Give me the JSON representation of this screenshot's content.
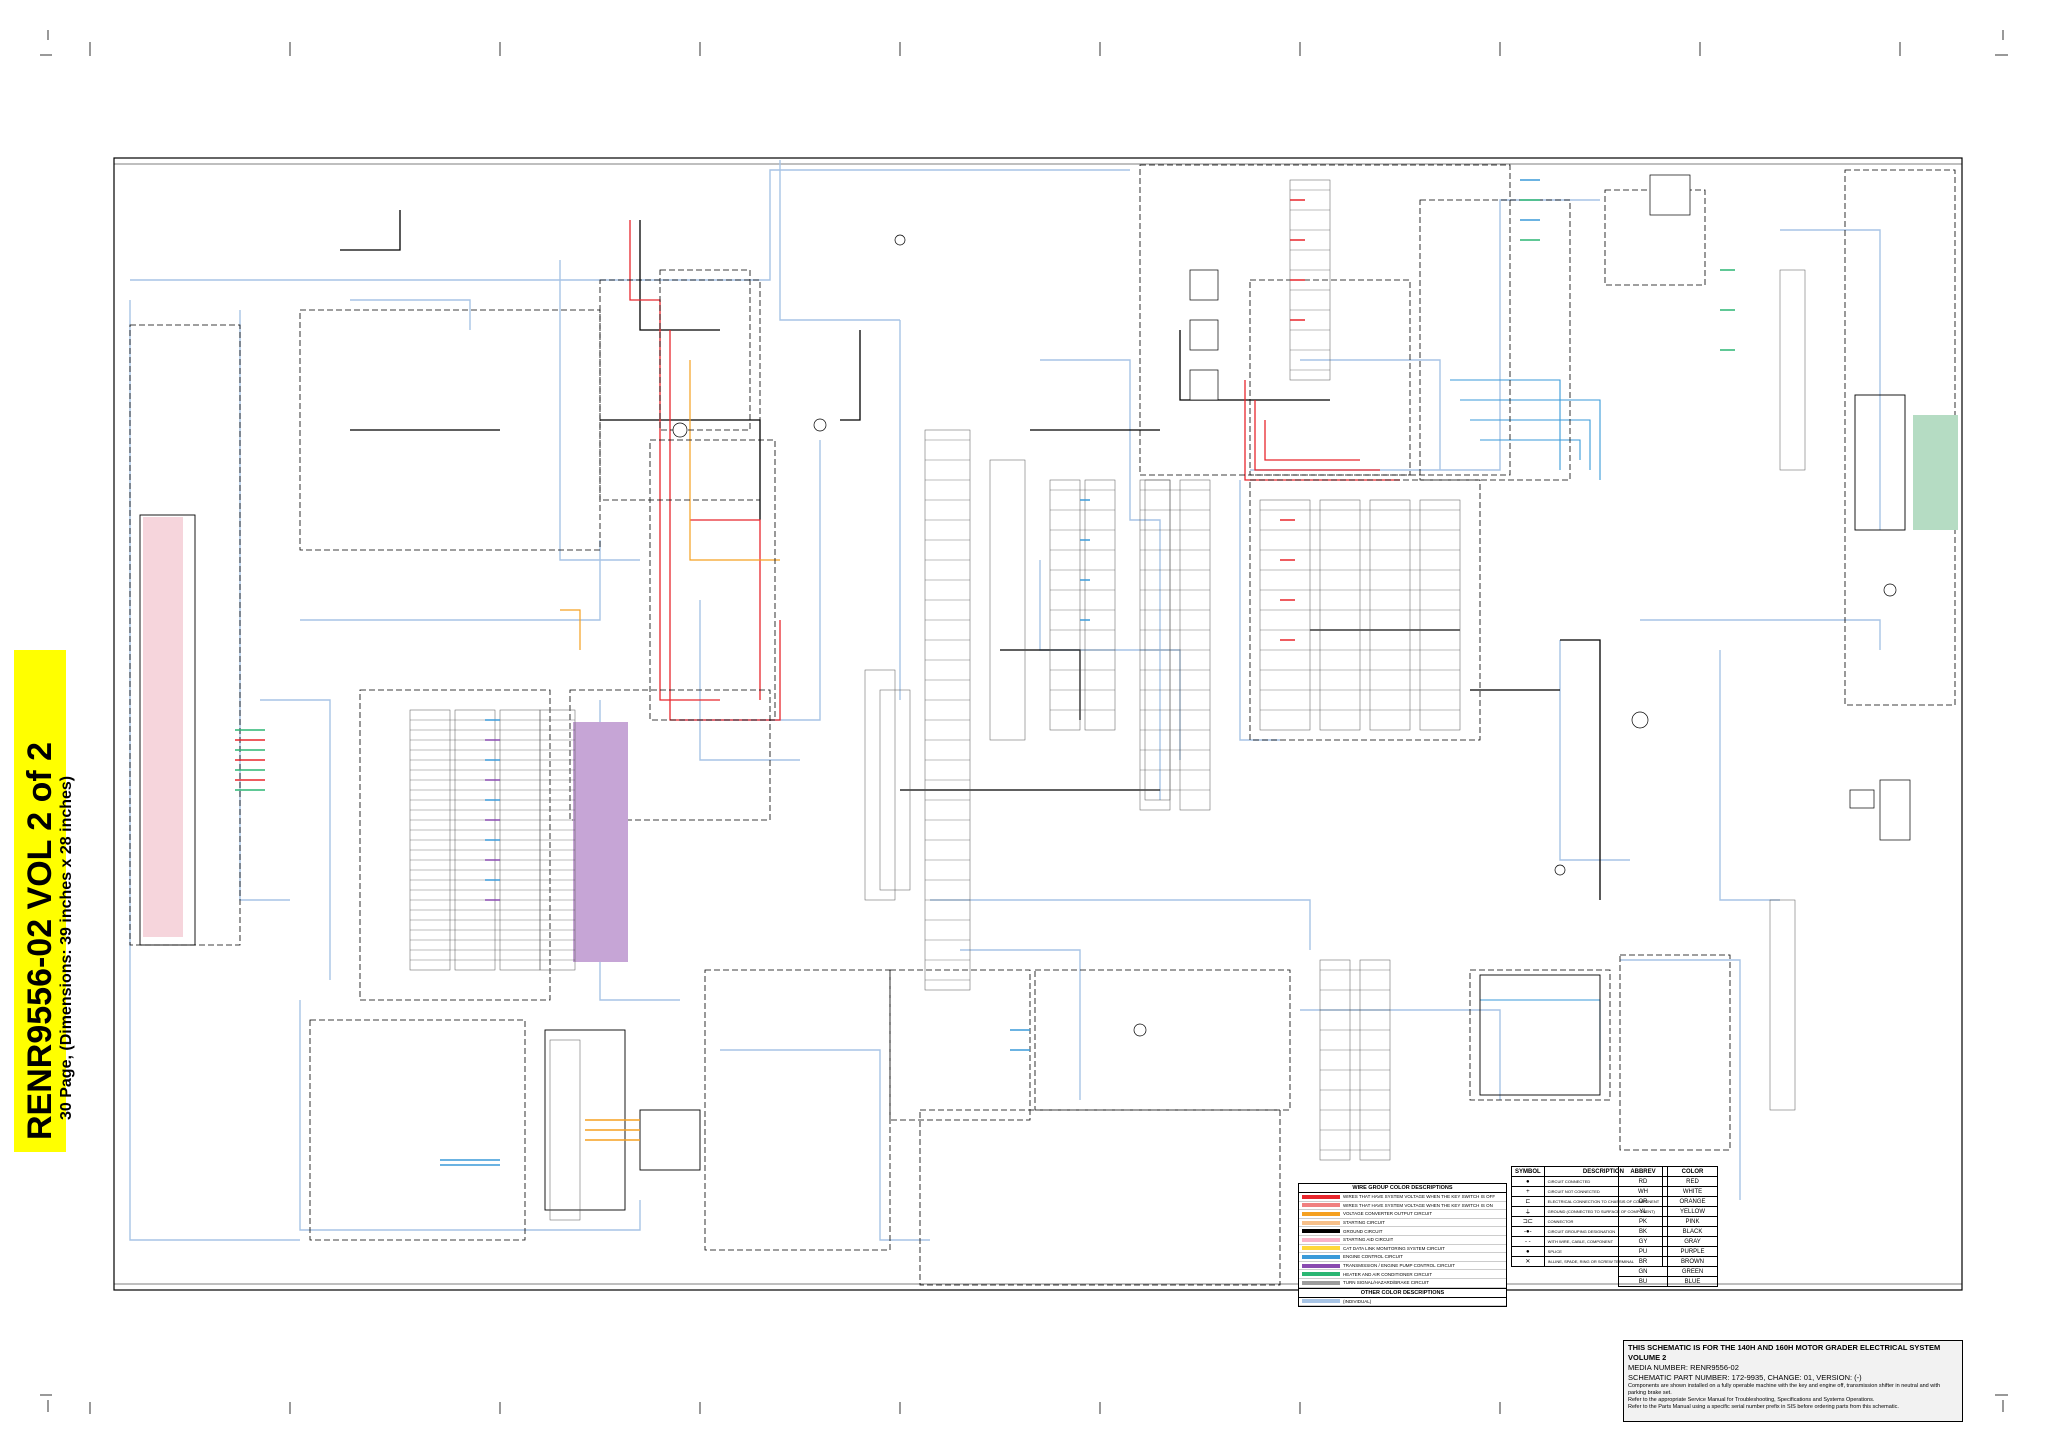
{
  "sheet": {
    "title": "RENR9556-02 VOL 2 of 2",
    "subtitle": "30 Page, (Dimensions: 39 inches x 28 inches)"
  },
  "title_block": {
    "line1": "THIS SCHEMATIC IS FOR THE 140H AND 160H MOTOR GRADER ELECTRICAL SYSTEM",
    "line2": "VOLUME 2",
    "line3": "MEDIA NUMBER: RENR9556-02",
    "line4": "SCHEMATIC PART NUMBER: 172-9935, CHANGE: 01, VERSION: (-)",
    "note1": "Components are shown installed on a fully operable machine with the key and engine off, transmission shifter in neutral and with parking brake set.",
    "note2": "Refer to the appropriate Service Manual for Troubleshooting, Specifications and Systems Operations.",
    "note3": "Refer to the Parts Manual using a specific serial number prefix in SIS before ordering parts from this schematic."
  },
  "wire_legend": {
    "title": "WIRE GROUP COLOR DESCRIPTIONS",
    "other_title": "OTHER COLOR DESCRIPTIONS",
    "rows": [
      {
        "color": "#e8262c",
        "text": "WIRES THAT HAVE SYSTEM VOLTAGE WHEN THE KEY SWITCH IS OFF"
      },
      {
        "color": "#f08080",
        "text": "WIRES THAT HAVE SYSTEM VOLTAGE WHEN THE KEY SWITCH IS ON"
      },
      {
        "color": "#f5a020",
        "text": "VOLTAGE CONVERTER OUTPUT CIRCUIT"
      },
      {
        "color": "#f7c08a",
        "text": "STARTING CIRCUIT"
      },
      {
        "color": "#000000",
        "text": "GROUND CIRCUIT"
      },
      {
        "color": "#f9b3c8",
        "text": "STARTING AID CIRCUIT"
      },
      {
        "color": "#ffd83a",
        "text": "CAT DATA LINK MONITORING SYSTEM CIRCUIT"
      },
      {
        "color": "#3a9ad9",
        "text": "ENGINE CONTROL CIRCUIT"
      },
      {
        "color": "#8a4bb0",
        "text": "TRANSMISSION / ENGINE PUMP CONTROL CIRCUIT"
      },
      {
        "color": "#2bb673",
        "text": "HEATER AND AIR CONDITIONER CIRCUIT"
      },
      {
        "color": "#9d9d9d",
        "text": "TURN SIGNAL/HAZARD/BRAKE CIRCUIT"
      }
    ],
    "other_rows": [
      {
        "color": "#a7c4e5",
        "text": "(INDIVIDUAL)"
      }
    ]
  },
  "symbol_legend": {
    "headers": [
      "SYMBOL",
      "DESCRIPTION"
    ],
    "rows": [
      {
        "symbol": "●",
        "desc": "CIRCUIT CONNECTED"
      },
      {
        "symbol": "+",
        "desc": "CIRCUIT NOT CONNECTED"
      },
      {
        "symbol": "⊏",
        "desc": "ELECTRICAL CONNECTION TO CHASSIS OF COMPONENT"
      },
      {
        "symbol": "⏚",
        "desc": "GROUND (CONNECTED TO SURFACE OF COMPONENT)"
      },
      {
        "symbol": "⊐⊏",
        "desc": "CONNECTOR"
      },
      {
        "symbol": "-●-",
        "desc": "CIRCUIT GROUPING DESIGNATION"
      },
      {
        "symbol": "- -",
        "desc": "WITH WIRE, CABLE, COMPONENT"
      },
      {
        "symbol": "●",
        "desc": "SPLICE"
      },
      {
        "symbol": "✕",
        "desc": "IN-LINE, SPADE, RING OR SCREW TERMINAL"
      }
    ]
  },
  "color_abbrev": {
    "headers": [
      "ABBREV",
      "COLOR"
    ],
    "rows": [
      {
        "abbr": "RD",
        "color": "RED"
      },
      {
        "abbr": "WH",
        "color": "WHITE"
      },
      {
        "abbr": "OR",
        "color": "ORANGE"
      },
      {
        "abbr": "YL",
        "color": "YELLOW"
      },
      {
        "abbr": "PK",
        "color": "PINK"
      },
      {
        "abbr": "BK",
        "color": "BLACK"
      },
      {
        "abbr": "GY",
        "color": "GRAY"
      },
      {
        "abbr": "PU",
        "color": "PURPLE"
      },
      {
        "abbr": "BR",
        "color": "BROWN"
      },
      {
        "abbr": "GN",
        "color": "GREEN"
      },
      {
        "abbr": "BU",
        "color": "BLUE"
      }
    ]
  },
  "colors": {
    "tab_yellow": "#ffff00",
    "wire_blue": "#a7c4e5",
    "wire_red": "#e8262c",
    "wire_black": "#000000",
    "highlight_purple": "#c6a5d6",
    "highlight_green": "#b5dcc3",
    "highlight_pink": "#f4cbd3"
  }
}
